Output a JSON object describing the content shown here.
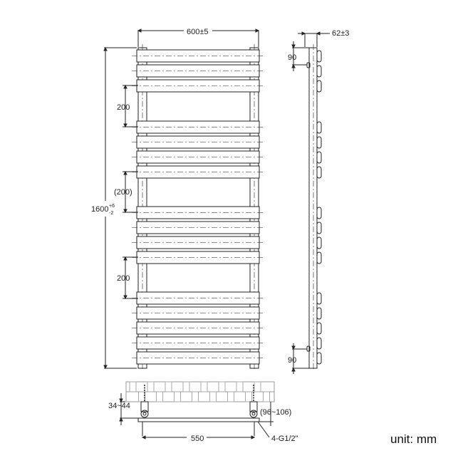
{
  "front_view": {
    "width_label": "600±5",
    "height_label": "1600",
    "height_tol_upper": "+6",
    "height_tol_lower": "-2",
    "spacing_top": "200",
    "spacing_middle": "(200)",
    "spacing_bottom": "200"
  },
  "side_view": {
    "depth_label": "62±3",
    "top_bracket_label": "90",
    "bottom_bracket_label": "90"
  },
  "bottom_view": {
    "wall_distance_label": "34~44",
    "depth_range_label": "(96~106)",
    "pipe_centres_label": "550",
    "connection_label": "4-G1/2\""
  },
  "unit_label": "unit: mm"
}
